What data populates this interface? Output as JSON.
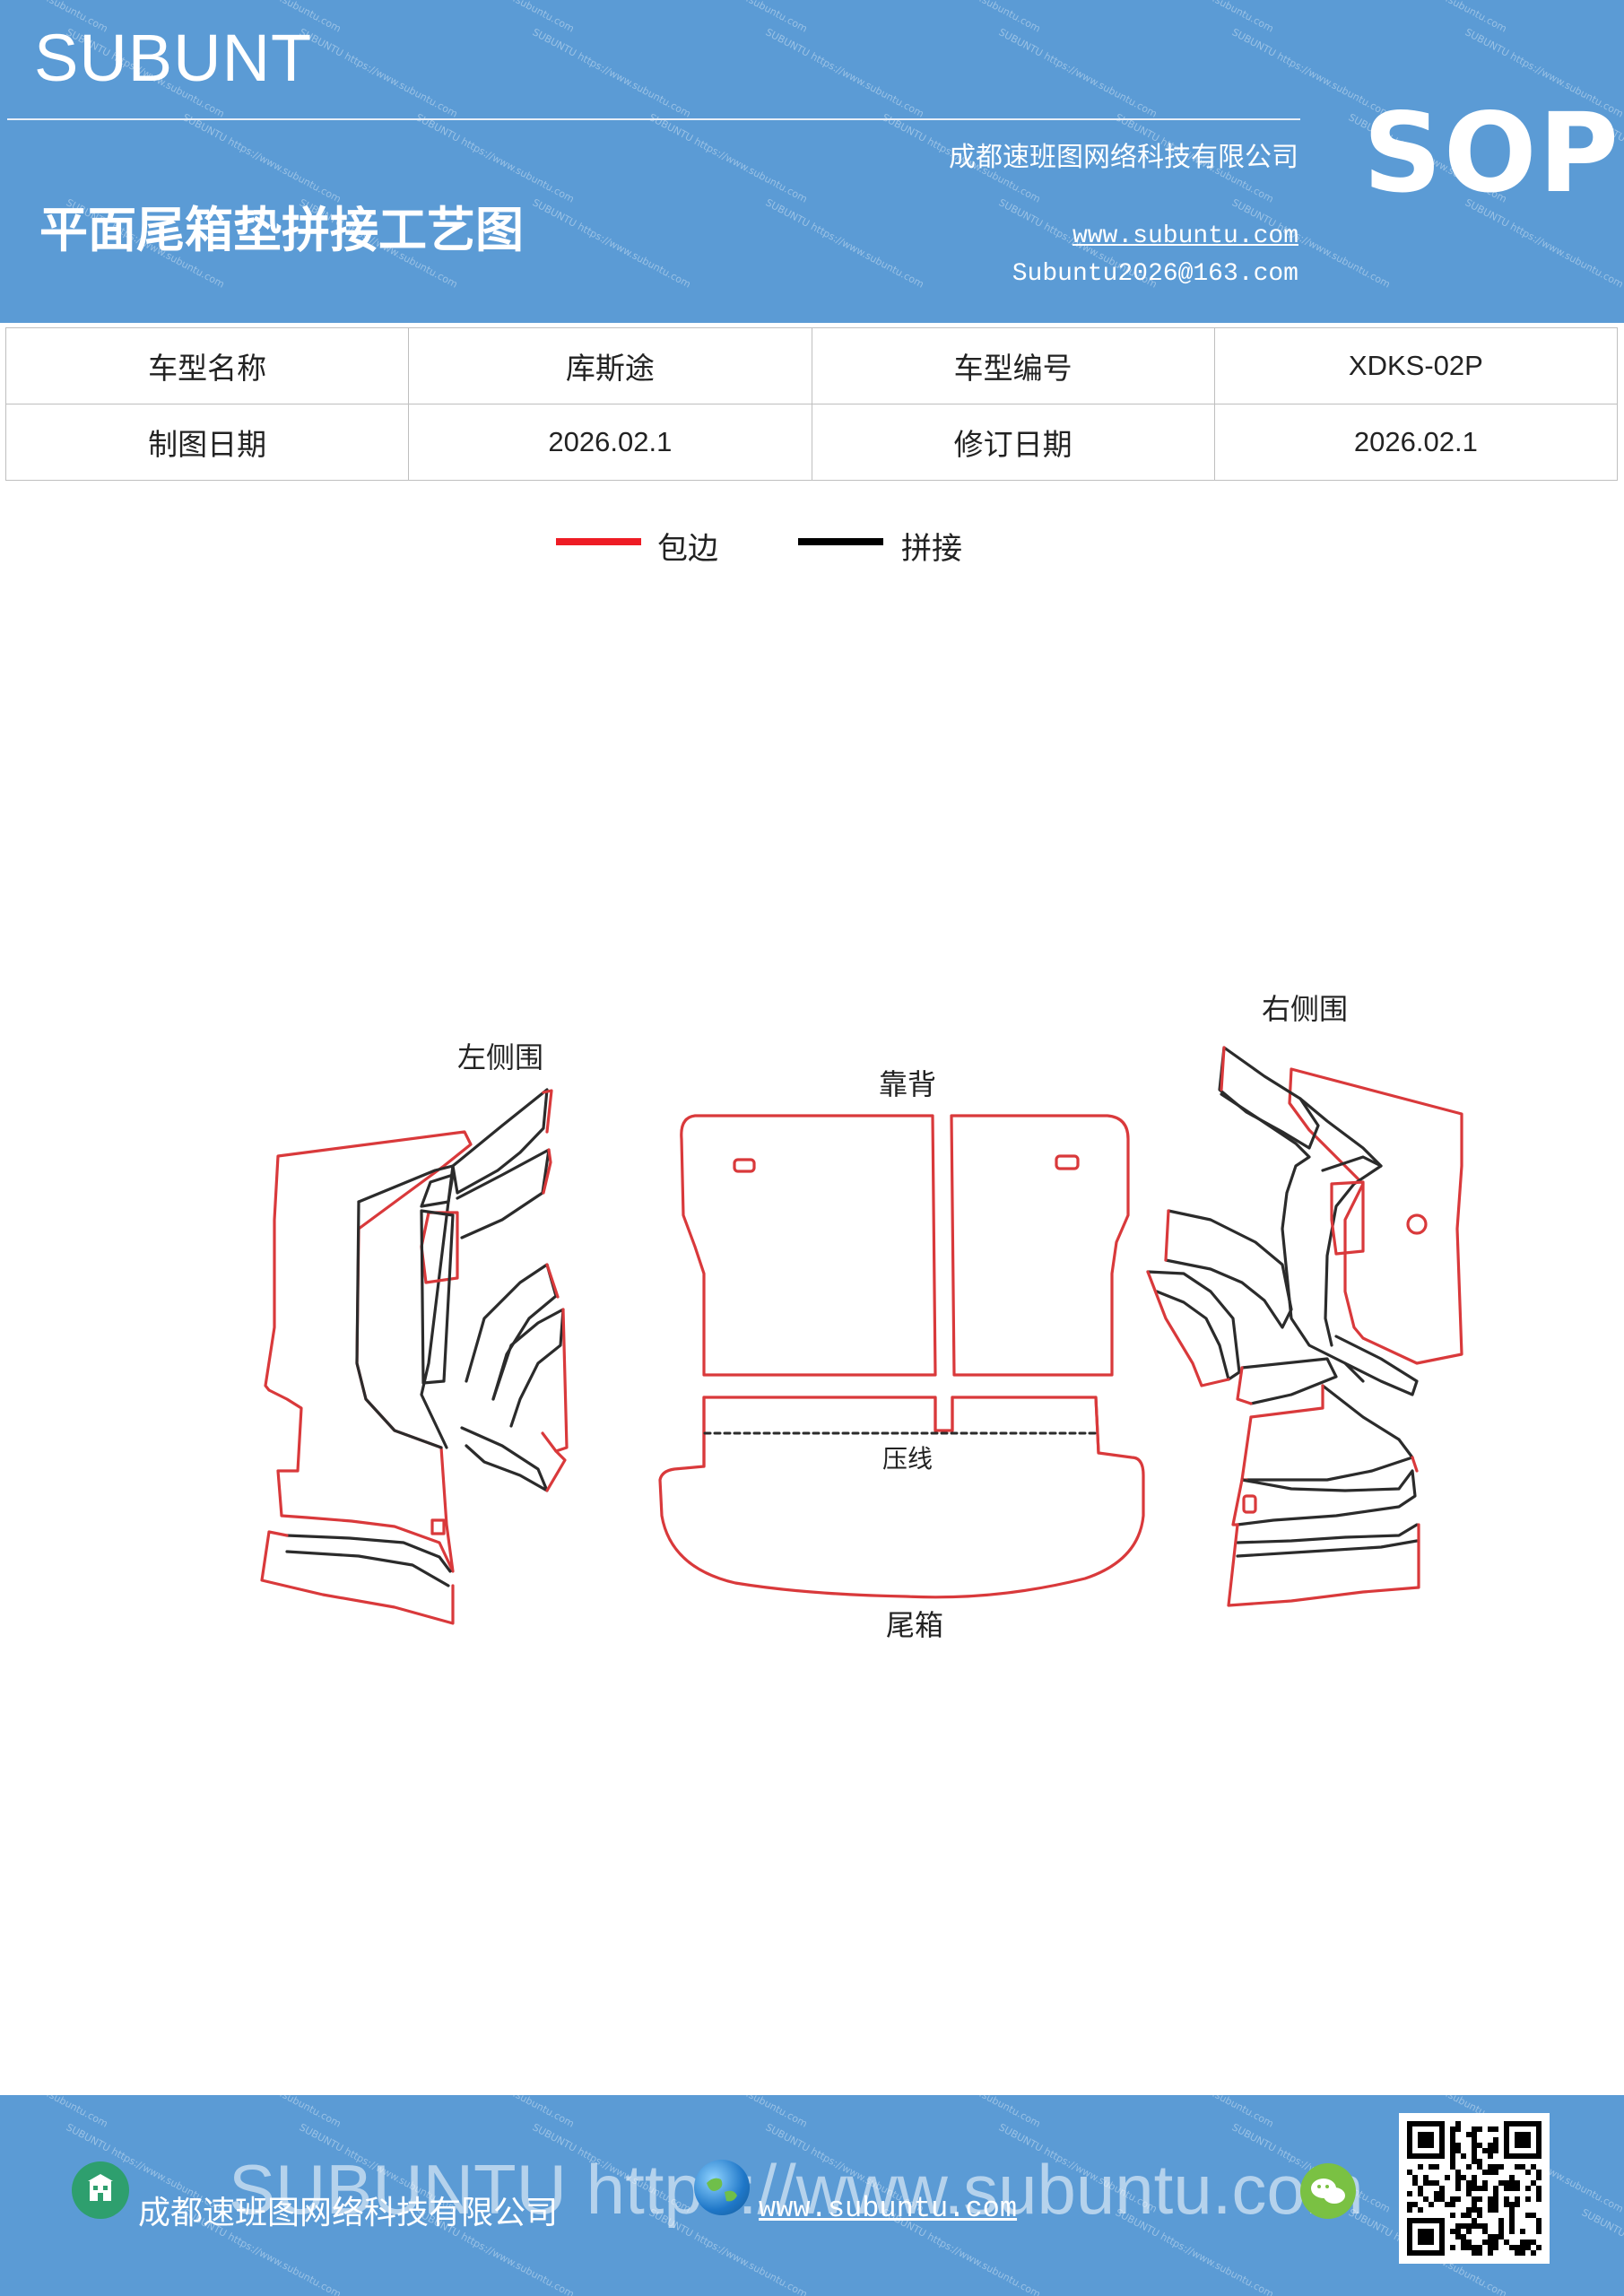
{
  "header": {
    "brand": "SUBUNT",
    "doc_title": "平面尾箱垫拼接工艺图",
    "company": "成都速班图网络科技有限公司",
    "website": "www.subuntu.com",
    "email": "Subuntu2026@163.com",
    "badge": "SOP",
    "watermark": "SUBUNTU https://www.subuntu.com"
  },
  "info_table": {
    "rows": [
      [
        "车型名称",
        "库斯途",
        "车型编号",
        "XDKS-02P"
      ],
      [
        "制图日期",
        "2026.02.1",
        "修订日期",
        "2026.02.1"
      ]
    ]
  },
  "legend": {
    "items": [
      {
        "label": "包边",
        "color": "#ee1c25"
      },
      {
        "label": "拼接",
        "color": "#000000"
      }
    ]
  },
  "diagram": {
    "labels": {
      "left_side": "左侧围",
      "seat_back": "靠背",
      "right_side": "右侧围",
      "crease": "压线",
      "trunk": "尾箱"
    },
    "edge_color": "#d9393b",
    "seam_color": "#2b2b2b"
  },
  "footer": {
    "company": "成都速班图网络科技有限公司",
    "website": "www.subuntu.com",
    "big_text": "SUBUNTU https://www.subuntu.com",
    "icons": [
      "building-icon",
      "globe-icon",
      "wechat-icon",
      "qr-code"
    ]
  }
}
